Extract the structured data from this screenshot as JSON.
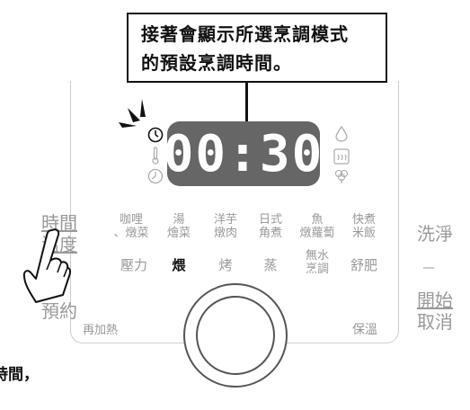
{
  "callout": {
    "line1": "接著會顯示所選烹調模式",
    "line2": "的預設烹調時間。"
  },
  "display": {
    "time": "00:30"
  },
  "modes_row1": [
    {
      "l1": "咖哩",
      "l2": "、燉菜"
    },
    {
      "l1": "湯",
      "l2": "燴菜"
    },
    {
      "l1": "洋芋",
      "l2": "燉肉"
    },
    {
      "l1": "日式",
      "l2": "角煮"
    },
    {
      "l1": "魚",
      "l2": "燉蘿蔔"
    },
    {
      "l1": "快煮",
      "l2": "米飯"
    }
  ],
  "modes_row2": [
    {
      "l1": "壓力"
    },
    {
      "l1": "煨"
    },
    {
      "l1": "烤"
    },
    {
      "l1": "蒸"
    },
    {
      "l1": "無水",
      "l2": "烹調"
    },
    {
      "l1": "舒肥"
    }
  ],
  "left_buttons": {
    "time_temp_l1": "時間",
    "time_temp_l2": "溫度",
    "divider": "—",
    "reserve": "預約",
    "reheat": "再加熱"
  },
  "right_buttons": {
    "wash": "洗淨",
    "divider": "—",
    "start": "開始",
    "cancel": "取消",
    "keep_warm": "保溫"
  },
  "fragment": {
    "text": "時間，"
  },
  "icons": [
    "clock-icon",
    "thermometer-icon",
    "timer-icon",
    "drop-icon",
    "steam-icon",
    "broccoli-icon",
    "hand-pointer-icon"
  ]
}
